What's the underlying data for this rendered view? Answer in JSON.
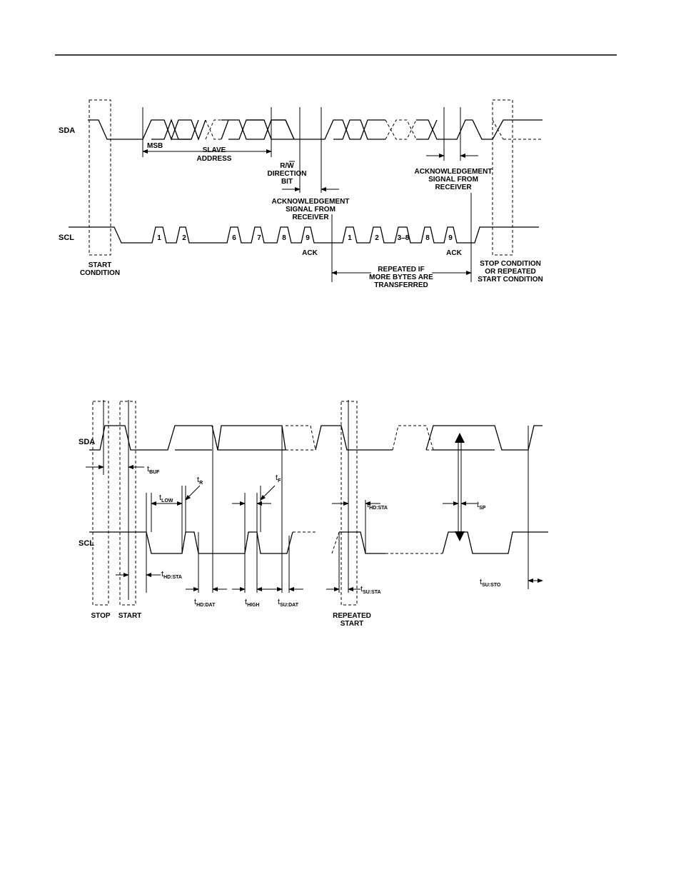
{
  "diagram1": {
    "sda": "SDA",
    "scl": "SCL",
    "msb": "MSB",
    "slave_address": [
      "SLAVE",
      "ADDRESS"
    ],
    "rw_direction": [
      "R/W",
      "DIRECTION",
      "BIT"
    ],
    "ack_signal_1": [
      "ACKNOWLEDGEMENT",
      "SIGNAL FROM",
      "RECEIVER"
    ],
    "ack_signal_2": [
      "ACKNOWLEDGEMENT",
      "SIGNAL FROM",
      "RECEIVER"
    ],
    "start_condition": [
      "START",
      "CONDITION"
    ],
    "stop_condition": [
      "STOP CONDITION",
      "OR REPEATED",
      "START CONDITION"
    ],
    "repeated": [
      "REPEATED IF",
      "MORE BYTES ARE",
      "TRANSFERRED"
    ],
    "pulses_first": [
      "1",
      "2",
      "6",
      "7",
      "8",
      "9"
    ],
    "pulses_second": [
      "1",
      "2",
      "3–8",
      "8",
      "9"
    ],
    "ack": "ACK"
  },
  "diagram2": {
    "sda": "SDA",
    "scl": "SCL",
    "t_buf": {
      "main": "t",
      "sub": "BUF"
    },
    "t_r": {
      "main": "t",
      "sub": "R"
    },
    "t_f": {
      "main": "t",
      "sub": "F"
    },
    "t_low": {
      "main": "t",
      "sub": "LOW"
    },
    "t_high": {
      "main": "t",
      "sub": "HIGH"
    },
    "t_hd_sta_1": {
      "main": "t",
      "sub": "HD:STA"
    },
    "t_hd_sta_2": {
      "main": "t",
      "sub": "HD:STA"
    },
    "t_hd_dat": {
      "main": "t",
      "sub": "HD:DAT"
    },
    "t_su_dat": {
      "main": "t",
      "sub": "SU:DAT"
    },
    "t_su_sta": {
      "main": "t",
      "sub": "SU:STA"
    },
    "t_su_sto": {
      "main": "t",
      "sub": "SU:STO"
    },
    "t_sp": {
      "main": "t",
      "sub": "SP"
    },
    "stop": "STOP",
    "start": "START",
    "repeated_start": [
      "REPEATED",
      "START"
    ]
  }
}
